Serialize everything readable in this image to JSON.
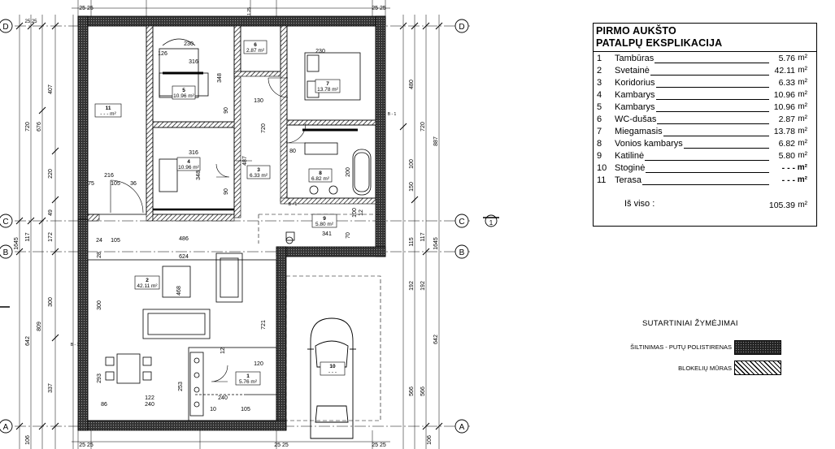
{
  "plan": {
    "axes": [
      "D",
      "C",
      "B",
      "A"
    ],
    "section_mark": "1",
    "room_tags": [
      {
        "num": "1",
        "area": "5.76 m²"
      },
      {
        "num": "2",
        "area": "42.11 m²"
      },
      {
        "num": "3",
        "area": "6.33 m²"
      },
      {
        "num": "4",
        "area": "10.96 m²"
      },
      {
        "num": "5",
        "area": "10.96 m²"
      },
      {
        "num": "6",
        "area": "2.87 m²"
      },
      {
        "num": "7",
        "area": "13.78 m²"
      },
      {
        "num": "8",
        "area": "6.82 m²"
      },
      {
        "num": "9",
        "area": "5.80 m²"
      },
      {
        "num": "10",
        "area": "- - -"
      },
      {
        "num": "11",
        "area": "- - - m²"
      }
    ],
    "dims": {
      "d230": "230",
      "d316a": "316",
      "d348a": "348",
      "d230b": "230",
      "d126": "126",
      "d316b": "316",
      "d348b": "348",
      "d216": "216",
      "d75": "75",
      "d105a": "105",
      "d36": "36",
      "d130": "130",
      "d90a": "90",
      "d90b": "90",
      "d487": "487",
      "d720a": "720",
      "d80": "80",
      "d200": "200",
      "d341": "341",
      "d70": "70",
      "d100a": "100",
      "d12a": "12",
      "d486": "486",
      "d624": "624",
      "d105b": "105",
      "d24": "24",
      "d28": "28",
      "d468": "468",
      "d300a": "300",
      "d721": "721",
      "d12b": "12",
      "d120": "120",
      "d293": "293",
      "d253": "253",
      "d122": "122",
      "d240a": "240",
      "d240b": "240",
      "d105c": "105",
      "d86": "86",
      "d10": "10",
      "l720": "720",
      "l676": "676",
      "l407": "407",
      "l220": "220",
      "l49": "49",
      "l1645": "1645",
      "l117": "117",
      "l172": "172",
      "l809": "809",
      "l642": "642",
      "l300": "300",
      "l337": "337",
      "l106": "106",
      "r480": "480",
      "r720": "720",
      "r887": "887",
      "r100": "100",
      "r150": "150",
      "r115": "115",
      "r117": "117",
      "r1645": "1645",
      "r192a": "192",
      "r192b": "192",
      "r642": "642",
      "r566a": "566",
      "r566b": "566",
      "r106": "106",
      "t2525a": "25 25",
      "t2525b": "25 25",
      "t2525c": "25 25",
      "t125": "1 25",
      "b2525a": "25 25",
      "b2525b": "25 25",
      "b2525c": "25 25"
    },
    "section_labels": {
      "s1": "B - 1",
      "s2": "B - 1",
      "s3": "B - 1"
    }
  },
  "table": {
    "title_line1": "PIRMO AUKŠTO",
    "title_line2": "PATALPŲ EKSPLIKACIJA",
    "rows": [
      {
        "num": "1",
        "name": "Tambūras",
        "area": "5.76",
        "unit": "m²"
      },
      {
        "num": "2",
        "name": "Svetainė",
        "area": "42.11",
        "unit": "m²"
      },
      {
        "num": "3",
        "name": "Koridorius",
        "area": "6.33",
        "unit": "m²"
      },
      {
        "num": "4",
        "name": "Kambarys",
        "area": "10.96",
        "unit": "m²"
      },
      {
        "num": "5",
        "name": "Kambarys",
        "area": "10.96",
        "unit": "m²"
      },
      {
        "num": "6",
        "name": "WC-dušas",
        "area": "2.87",
        "unit": "m²"
      },
      {
        "num": "7",
        "name": "Miegamasis",
        "area": "13.78",
        "unit": "m²"
      },
      {
        "num": "8",
        "name": "Vonios kambarys",
        "area": "6.82",
        "unit": "m²"
      },
      {
        "num": "9",
        "name": "Katilinė",
        "area": "5.80",
        "unit": "m²"
      },
      {
        "num": "10",
        "name": "Stoginė",
        "area": "- - -",
        "unit": "m²"
      },
      {
        "num": "11",
        "name": "Terasa",
        "area": "- - -",
        "unit": "m²"
      }
    ],
    "total_label": "Iš viso :",
    "total_value": "105.39",
    "total_unit": "m²"
  },
  "legend": {
    "title": "SUTARTINIAI ŽYMĖJIMAI",
    "items": [
      {
        "label": "ŠILTINIMAS - PUTŲ POLISTIRENAS"
      },
      {
        "label": "BLOKELIŲ MŪRAS"
      }
    ]
  }
}
